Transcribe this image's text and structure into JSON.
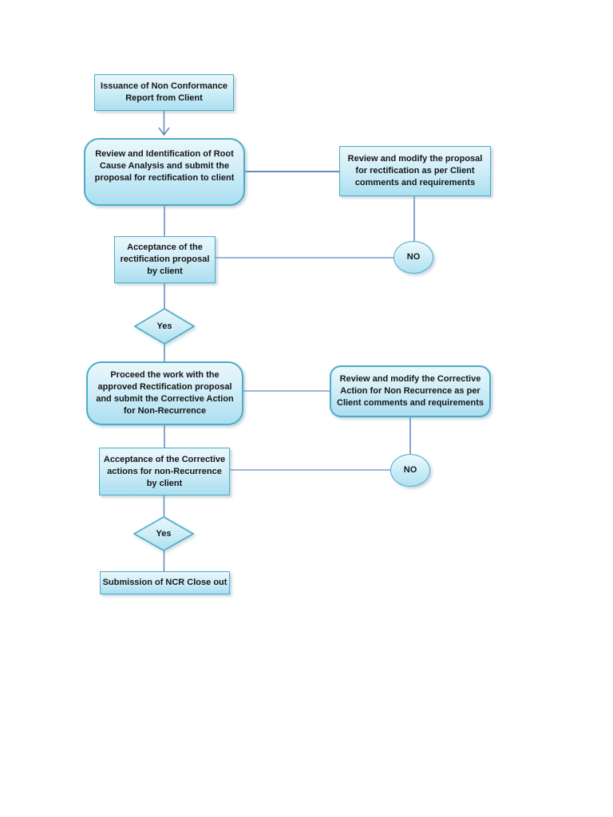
{
  "diagram": {
    "colors": {
      "node_border": "#4bacc6",
      "node_fill_top": "#eaf7fc",
      "node_fill_bottom": "#abdff0",
      "connector_line": "#5d87bd",
      "text": "#161616",
      "background": "#ffffff"
    },
    "nodes": {
      "issuance": {
        "shape": "rectangle",
        "label": "Issuance of Non Conformance Report from Client",
        "lines": [
          "Issuance of Non Conformance",
          "Report from Client"
        ]
      },
      "review_root": {
        "shape": "rounded-rectangle",
        "label": "Review and Identification of Root Cause Analysis and submit the proposal for rectification to client",
        "lines": [
          "Review and Identification of Root",
          "Cause Analysis and submit the",
          "proposal for rectification to client"
        ]
      },
      "review_proposal": {
        "shape": "rectangle",
        "label": "Review and modify the proposal for rectification as per Client comments and requirements",
        "lines": [
          "Review and modify the proposal",
          "for rectification as per Client",
          "comments and requirements"
        ]
      },
      "acceptance_rectification": {
        "shape": "rectangle",
        "label": "Acceptance of the rectification proposal by client",
        "lines": [
          "Acceptance of the",
          "rectification proposal",
          "by client"
        ]
      },
      "no_1": {
        "shape": "ellipse",
        "label": "NO"
      },
      "yes_1": {
        "shape": "diamond",
        "label": "Yes"
      },
      "proceed": {
        "shape": "rounded-rectangle",
        "label": "Proceed the work with the approved Rectification proposal and submit the Corrective Action for Non-Recurrence",
        "lines": [
          "Proceed the work with the",
          "approved Rectification proposal",
          "and submit the Corrective Action",
          "for Non-Recurrence"
        ]
      },
      "review_corrective": {
        "shape": "rounded-rectangle",
        "label": "Review and modify the Corrective Action for Non Recurrence as per Client comments and requirements",
        "lines": [
          "Review and modify the Corrective",
          "Action for Non Recurrence as per",
          "Client comments and requirements"
        ]
      },
      "acceptance_corrective": {
        "shape": "rectangle",
        "label": "Acceptance of the Corrective actions for non-Recurrence by client",
        "lines": [
          "Acceptance of the Corrective",
          "actions for non-Recurrence",
          "by client"
        ]
      },
      "no_2": {
        "shape": "ellipse",
        "label": "NO"
      },
      "yes_2": {
        "shape": "diamond",
        "label": "Yes"
      },
      "submission": {
        "shape": "rectangle",
        "label": "Submission of NCR Close out",
        "lines": [
          "Submission of NCR Close out"
        ]
      }
    },
    "edges": [
      {
        "from": "issuance",
        "to": "review_root",
        "arrow": true
      },
      {
        "from": "review_root",
        "to": "review_proposal",
        "arrow": false
      },
      {
        "from": "review_proposal",
        "to": "no_1",
        "arrow": false
      },
      {
        "from": "no_1",
        "to": "acceptance_rectification",
        "arrow": false
      },
      {
        "from": "review_root",
        "to": "acceptance_rectification",
        "arrow": false
      },
      {
        "from": "acceptance_rectification",
        "to": "yes_1",
        "arrow": false
      },
      {
        "from": "yes_1",
        "to": "proceed",
        "arrow": false
      },
      {
        "from": "proceed",
        "to": "review_corrective",
        "arrow": false
      },
      {
        "from": "review_corrective",
        "to": "no_2",
        "arrow": false
      },
      {
        "from": "no_2",
        "to": "acceptance_corrective",
        "arrow": false
      },
      {
        "from": "proceed",
        "to": "acceptance_corrective",
        "arrow": false
      },
      {
        "from": "acceptance_corrective",
        "to": "yes_2",
        "arrow": false
      },
      {
        "from": "yes_2",
        "to": "submission",
        "arrow": false
      }
    ]
  }
}
